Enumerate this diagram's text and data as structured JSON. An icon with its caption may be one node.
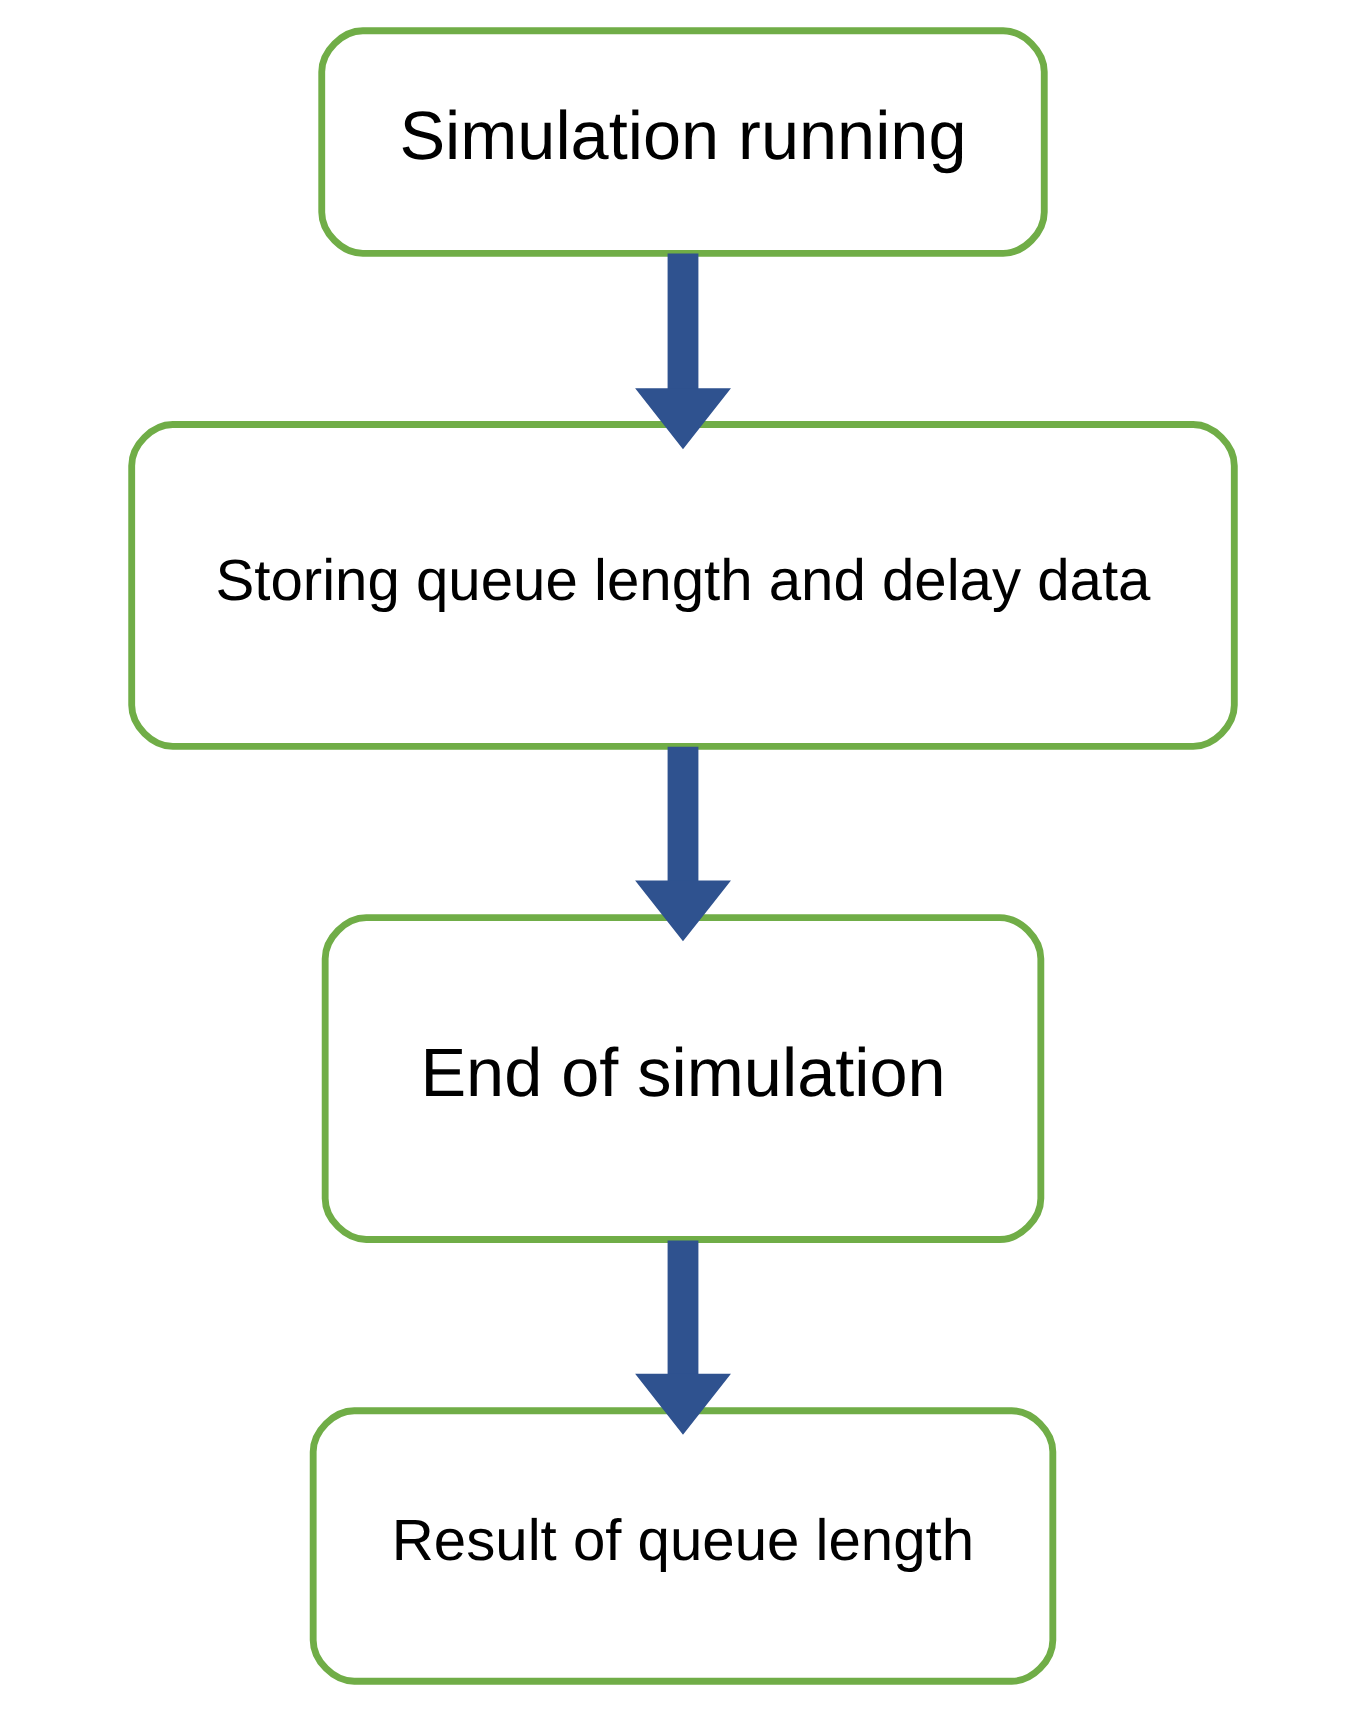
{
  "diagram": {
    "nodes": [
      {
        "text": [
          "Simulation running"
        ]
      },
      {
        "text": [
          "Storing queue length and delay data"
        ]
      },
      {
        "text": [
          "End of simulation"
        ]
      },
      {
        "text": [
          "Result of queue length"
        ]
      }
    ],
    "edges": [
      {
        "from": 0,
        "to": 1,
        "arrow": "to"
      },
      {
        "from": 1,
        "to": 2,
        "arrow": "to"
      },
      {
        "from": 2,
        "to": 3,
        "arrow": "to"
      }
    ]
  }
}
